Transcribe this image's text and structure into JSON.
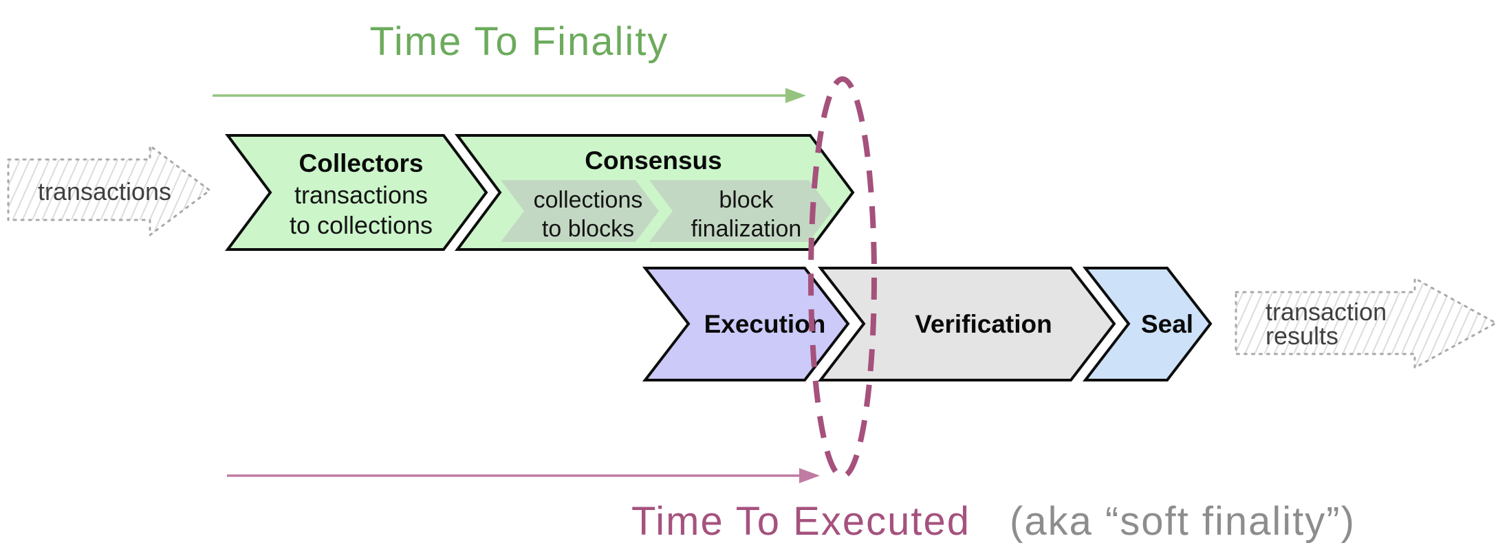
{
  "titles": {
    "finality": "Time To Finality",
    "executed": "Time To Executed",
    "executed_note": "(aka “soft finality”)"
  },
  "input_arrow": {
    "label": "transactions"
  },
  "output_arrow": {
    "line1": "transaction",
    "line2": "results"
  },
  "pipeline": {
    "collectors": {
      "title": "Collectors",
      "line1": "transactions",
      "line2": "to collections"
    },
    "consensus": {
      "title": "Consensus",
      "sub_steps": {
        "collections_to_blocks": {
          "line1": "collections",
          "line2": "to blocks"
        },
        "block_finalization": {
          "line1": "block",
          "line2": "finalization"
        }
      }
    },
    "execution": {
      "title": "Execution"
    },
    "verification": {
      "title": "Verification"
    },
    "seal": {
      "title": "Seal"
    }
  },
  "colors": {
    "stage_green_fill": "#ccf5ca",
    "sub_step_fill": "#c3d8c3",
    "execution_purple_fill": "#cbcaf8",
    "verification_gray_fill": "#e4e4e4",
    "seal_blue_fill": "#cde2f8",
    "outline_black": "#0d0d0d",
    "finality_green_text": "#6cab5c",
    "finality_green_arrow": "#94c47e",
    "executed_pink_text": "#a5527e",
    "executed_pink_arrow": "#c07ba3",
    "boundary_ellipse": "#a5517c",
    "sketch_border_gray": "#a9a9a9",
    "sketch_hatch_gray": "#dcdcdc",
    "note_gray": "#8d8d8d"
  }
}
